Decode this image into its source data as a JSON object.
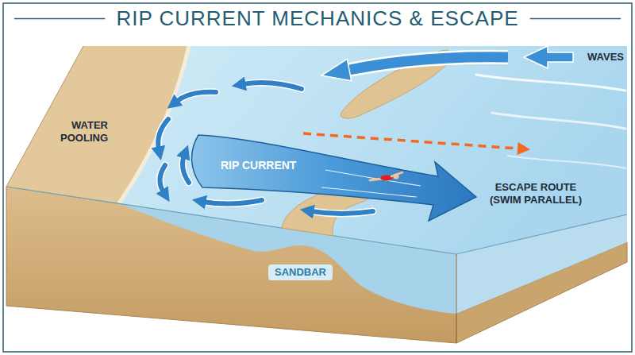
{
  "diagram": {
    "title": "RIP CURRENT MECHANICS & ESCAPE",
    "labels": [
      "WAVES",
      "WATER POOLING",
      "RIP CURRENT",
      "ESCAPE ROUTE (SWIM PARALLEL)",
      "SANDBAR"
    ]
  }
}
